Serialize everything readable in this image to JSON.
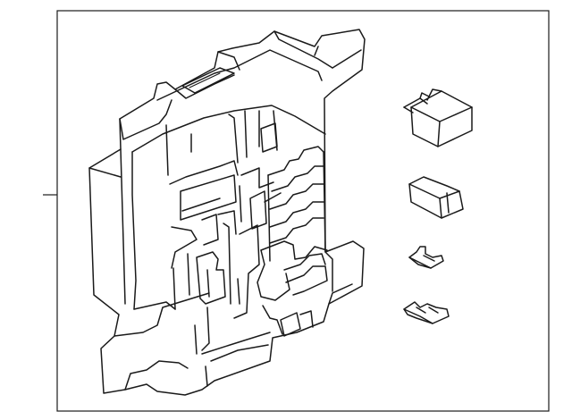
{
  "diagram": {
    "kind": "exploded-parts-illustration",
    "subject": "fuse-relay-junction-block",
    "parts": [
      {
        "id": "junction-block",
        "icon": "junction-block-housing"
      },
      {
        "id": "relay",
        "icon": "relay-cube"
      },
      {
        "id": "fuse-cartridge",
        "icon": "cartridge-fuse"
      },
      {
        "id": "blade-fuse-small",
        "icon": "mini-blade-fuse"
      },
      {
        "id": "blade-fuse-large",
        "icon": "blade-fuse"
      }
    ],
    "colors": {
      "background": "#ffffff",
      "line": "#1a1a1a"
    }
  }
}
